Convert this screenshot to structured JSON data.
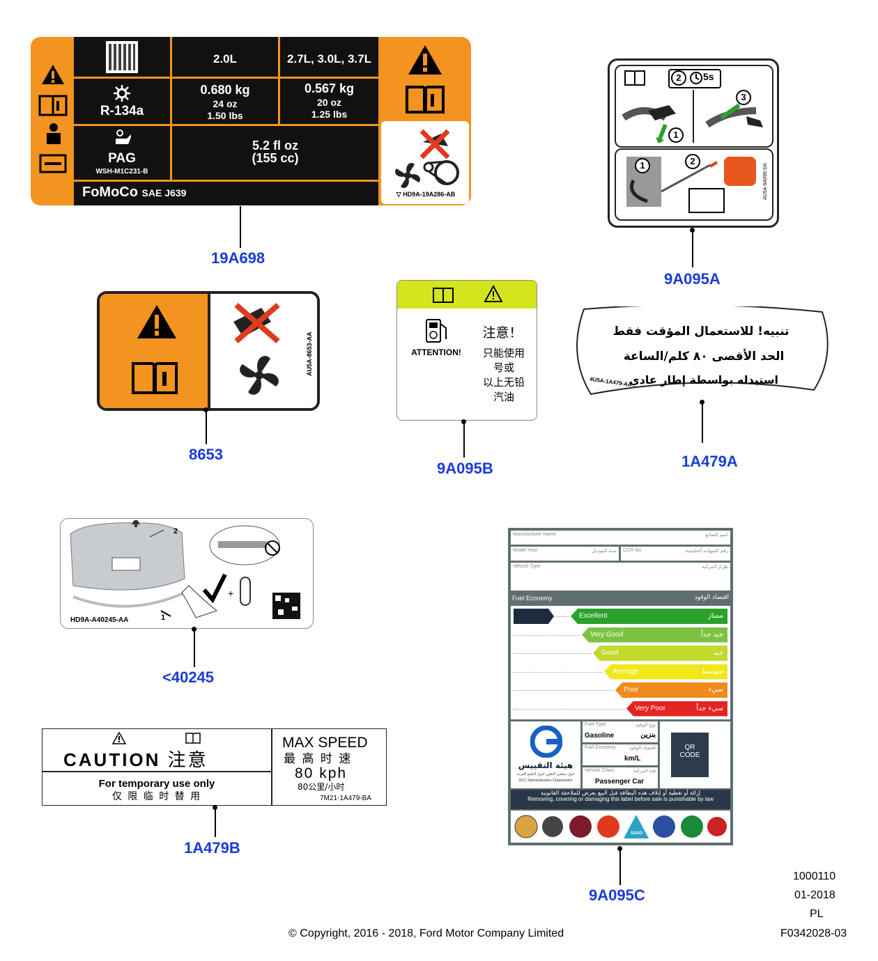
{
  "callouts": {
    "c1": "19A698",
    "c2": "9A095A",
    "c3": "8653",
    "c4": "9A095B",
    "c5": "1A479A",
    "c6": "<40245",
    "c7": "9A095C",
    "c8": "1A479B"
  },
  "label_19a698": {
    "col1": "2.0L",
    "col2": "2.7L, 3.0L, 3.7L",
    "refrigerant": "R-134a",
    "amt1_kg": "0.680 kg",
    "amt1_oz": "24 oz",
    "amt1_lbs": "1.50 lbs",
    "amt2_kg": "0.567 kg",
    "amt2_oz": "20 oz",
    "amt2_lbs": "1.25 lbs",
    "oil": "PAG",
    "oil_spec": "WSH-M1C231-B",
    "oil_amt1": "5.2 fl oz",
    "oil_amt2": "(155 cc)",
    "brand": "FoMoCo",
    "sae": "SAE J639",
    "part": "▽ HD9A-19A286-AB"
  },
  "label_9a095a": {
    "step2": "2",
    "time": "5s",
    "step3": "3",
    "step1": "1",
    "step_b1": "1",
    "step_b2": "2",
    "code": "AU5A-9A095-DA"
  },
  "label_8653": {
    "code": "AU5A-8653-AA"
  },
  "label_9a095b": {
    "attention": "ATTENTION!",
    "zh_title": "注意！",
    "zh_lines": [
      "只能使用",
      "号或",
      "以上无铅",
      "汽油"
    ]
  },
  "label_1a479a": {
    "line1": "تنبيه! للاستعمال المؤقت فقط",
    "line2": "الحد الأقصى ٨٠ كلم/الساعة",
    "line3": "استبدله بواسطة إطار عادي",
    "code": "4U5A-1A479-AA"
  },
  "label_40245": {
    "num2": "2",
    "num1": "1",
    "code": "HD9A-A40245-AA"
  },
  "label_1a479b": {
    "caution": "CAUTION",
    "caution_zh": "注意",
    "temp": "For temporary use only",
    "temp_zh": "仅 限 临 时 替 用",
    "max": "MAX SPEED",
    "max_zh": "最 高 时 速",
    "kph": "80 kph",
    "kph_zh": "80公里/小时",
    "code": "7M21-1A479-BA"
  },
  "label_9a095c": {
    "manufacturer": "Manufacturer Name",
    "manufacturer_ar": "اسم الصانع",
    "model_year": "Model Year",
    "model_year_ar": "سنة الموديل",
    "ccr": "CCR No",
    "ccr_ar": "رقم الشهادة الخليجية",
    "vehicle_type": "Vehicle Type",
    "vehicle_type_ar": "طراز المركبة",
    "fuel_economy": "Fuel Economy",
    "fuel_economy_ar": "اقتصاد الوقود",
    "ratings": [
      {
        "en": "Excellent",
        "ar": "ممتاز",
        "color": "#2aa22a"
      },
      {
        "en": "Very Good",
        "ar": "جيد جداً",
        "color": "#7cc242"
      },
      {
        "en": "Good",
        "ar": "جيد",
        "color": "#c3d92c"
      },
      {
        "en": "Average",
        "ar": "متوسط",
        "color": "#f0e81a"
      },
      {
        "en": "Poor",
        "ar": "سيء",
        "color": "#f08a1c"
      },
      {
        "en": "Very Poor",
        "ar": "سيء جداً",
        "color": "#e52421"
      }
    ],
    "fuel_type": "Fuel Type",
    "fuel_type_ar": "نوع الوقود",
    "gasoline": "Gasoline",
    "gasoline_ar": "بنزين",
    "fe_label": "Fuel Economy",
    "fe_label_ar": "اقتصاد الوقود",
    "kml": "km/L",
    "vclass": "Vehicle Class",
    "vclass_ar": "فئة المركبة",
    "passenger": "Passenger Car",
    "qr": "QR\nCODE",
    "org_ar": "هيئة التقييس",
    "org_sub_ar": "لدول مجلس التعاون لدول الخليج العربية",
    "org_en": "GCC Standardization Organization",
    "warn_ar": "إزالة أو تغطية أو إتلاف هذه البطاقة قبل البيع يعرض للملاحقة القانونية",
    "warn_en": "Removing, covering or damaging this label before sale is punishable by law",
    "saso": "SASO"
  },
  "footer": {
    "copyright": "© Copyright, 2016 - 2018, Ford Motor Company Limited",
    "id1": "1000110",
    "date": "01-2018",
    "pl": "PL",
    "ref": "F0342028-03"
  }
}
